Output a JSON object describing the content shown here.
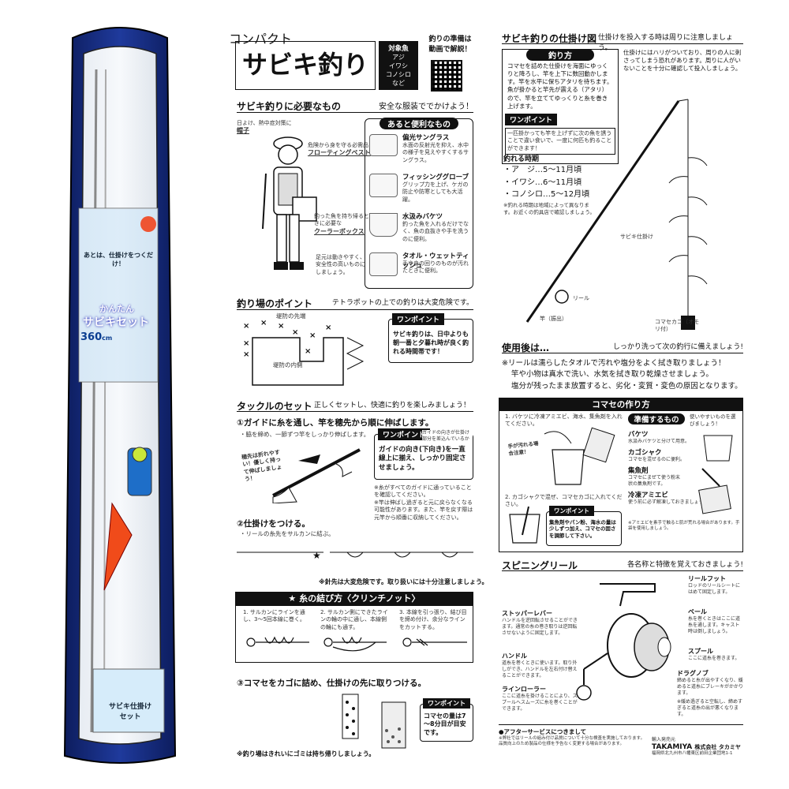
{
  "package": {
    "beginner_badge": "あとは、仕掛けをつくだけ！",
    "product_name_1": "かんたん",
    "product_name_2": "サビキセット",
    "length": "360",
    "length_unit": "cm",
    "sub_pack_label": "サビキ仕掛け",
    "sub_pack_label2": "セット"
  },
  "header": {
    "compact": "コンパクト",
    "title": "サビキ釣り",
    "target_label": "対象魚",
    "targets": [
      "アジ",
      "イワシ",
      "コノシロ",
      "など"
    ],
    "prep_label": "釣りの準備は",
    "video_label": "動画で解説！"
  },
  "needs": {
    "title": "サビキ釣りに必要なもの",
    "subtitle": "安全な服装ででかけよう！",
    "hat_note": "日よけ、熱中症対策に",
    "hat": "帽子",
    "vest_note": "危険から身を守る必需品",
    "vest": "フローティングベスト",
    "cooler_note": "釣った魚を持ち帰るときに必要な",
    "cooler": "クーラーボックス",
    "shoes_note": "足元は動きやすく、安全性の高いものにしましょう。",
    "useful_title": "あると便利なもの",
    "items": [
      {
        "name": "偏光サングラス",
        "desc": "水面の反射光を抑え、水中の様子を見えやすくするサングラス。"
      },
      {
        "name": "フィッシンググローブ",
        "desc": "グリップ力を上げ、ケガの防止や防寒としても大活躍。"
      },
      {
        "name": "水汲みバケツ",
        "desc": "釣った魚を入れるだけでなく、魚の血抜きや手を洗うのに便利。"
      },
      {
        "name": "タオル・ウェットティッシュ",
        "desc": "手や身の回りのものが汚れたときに便利。"
      }
    ]
  },
  "spot": {
    "title": "釣り場のポイント",
    "subtitle": "テトラポットの上での釣りは大変危険です。",
    "tip_label": "ワンポイント",
    "tip": "サビキ釣りは、日中よりも朝一番と夕暮れ時が良く釣れる時間帯です！",
    "edge": "堤防の先端",
    "inside": "堤防の内側"
  },
  "tackle": {
    "title": "タックルのセット",
    "subtitle": "正しくセットし、快適に釣りを楽しみましょう！",
    "step1": "①ガイドに糸を通し、竿を穂先から順に伸ばします。",
    "step1_note": "・脇を締め、一節ずつ竿をしっかり伸ばします。",
    "step1_handwritten": "穂先は折れやすい！優しく持って伸ばしましょう！",
    "tip_label": "ワンポイント",
    "tip_small": "ガイドの向きが仕掛け部分を差込んでいるか",
    "tip": "ガイドの向き(下向き)を一直線上に揃え、しっかり固定させましょう。",
    "note1": "※糸がすべてのガイドに通っていることを確認してください。",
    "note2": "※竿は伸ばし過ぎると元に戻らなくなる可能性があります。また、竿を戻す際は元竿から順番に収納してください。",
    "step2": "②仕掛けをつける。",
    "step2_note": "・リールの糸先をサルカンに結ぶ。",
    "needle_note": "※針先は大変危険です。取り扱いには十分注意しましょう。",
    "knot_title": "★ 糸の結び方〈クリンチノット〉",
    "knot_steps": [
      "1. サルカンにラインを通し、3～5回本線に巻く。",
      "2. サルカン側にできたラインの輪の中に通し、本線側の輪にも通す。",
      "3. 本線を引っ張り、結び目を締め付け、余分なラインをカットする。"
    ],
    "step3": "③コマセをカゴに詰め、仕掛けの先に取りつける。",
    "tip3_label": "ワンポイント",
    "tip3": "コマセの量は7～8分目が目安です。",
    "garbage": "※釣り場はきれいにゴミは持ち帰りしましょう。"
  },
  "rig": {
    "title": "サビキ釣りの仕掛け図",
    "subtitle": "仕掛けを投入する時は周りに注意しましょう。",
    "intro": "仕掛けにはハリがついており、周りの人に刺さってしまう恐れがあります。周りに人がいないことを十分に確認して投入しましょう。",
    "how_title": "釣り方",
    "how": "コマセを詰めた仕掛けを海面にゆっくりと降ろし、竿を上下に数回動かします。竿を水平に保ちアタリを待ちます。魚が掛かると竿先が震える（アタリ）ので、竿を立ててゆっくりと糸を巻き上げます。",
    "tip_label": "ワンポイント",
    "tip": "一匹掛かっても竿を上げずに次の魚を誘うことで違い食いで、一度に何匹も釣ることができます！",
    "season_title": "釣れる時期",
    "seasons": [
      "・ア　ジ…5～11月頃",
      "・イワシ…6～11月頃",
      "・コノシロ…5～12月頃"
    ],
    "season_note": "※釣れる時期は地域によって異なります。お近くの釣具店で確認しましょう。",
    "label_rig": "サビキ仕掛け",
    "label_reel": "リール",
    "label_rod": "竿（振出）",
    "label_sinker": "コマセカゴ（オモリ付）"
  },
  "after": {
    "title": "使用後は…",
    "subtitle": "しっかり洗って次の釣行に備えましょう!",
    "lines": [
      "※リールは濡らしたタオルで汚れや塩分をよく拭き取りましょう！",
      "竿や小物は真水で洗い、水気を拭き取り乾燥させましょう。",
      "塩分が残ったまま放置すると、劣化・変質・変色の原因となります。"
    ]
  },
  "komase": {
    "title": "コマセの作り方",
    "step1": "1. バケツに冷凍アミエビ、海水、集魚剤を入れてください。",
    "step2": "2. カゴシャクで混ぜ、コマセカゴに入れてください。",
    "handwritten": "手が汚れる場合注意！",
    "tip_label": "ワンポイント",
    "tip": "集魚剤やパン粉、海水の量は少しずつ加え、コマセの固さを調節して下さい。",
    "prep_title": "準備するもの",
    "prep_note": "使いやすいものを選びましょう！",
    "tools": [
      {
        "name": "バケツ",
        "desc": "水汲みバケツと分けて用意。"
      },
      {
        "name": "カゴシャク",
        "desc": "コマセを混ぜるのに便利。"
      },
      {
        "name": "集魚剤",
        "desc": "コマセにまぜて使う粉末状の集魚剤です。"
      },
      {
        "name": "冷凍アミエビ",
        "desc": "使う前に必ず解凍しておきましょう。"
      }
    ],
    "bottom_note": "※アミエビを素手で触ると肌が荒れる場合があります。手袋を使用しましょう。"
  },
  "reel": {
    "title": "スピニングリール",
    "subtitle": "各名称と特徴を覚えておきましょう!",
    "parts": [
      {
        "name": "リールフット",
        "desc": "ロッドのリールシートにはめて固定します。"
      },
      {
        "name": "ストッパーレバー",
        "desc": "ハンドルを逆回転させることができます。通常の糸の巻き取りは逆回転させないように固定します。"
      },
      {
        "name": "ベール",
        "desc": "糸を巻くときはここに道糸を通します。キャスト時は倒しましょう。"
      },
      {
        "name": "ハンドル",
        "desc": "道糸を巻くときに使います。取り外しができ、ハンドルを左右付け替えることができます。"
      },
      {
        "name": "スプール",
        "desc": "ここに道糸を巻きます。"
      },
      {
        "name": "ラインローラー",
        "desc": "ここに道糸を掛けることにより、スプールへスムーズに糸を巻くことができます。"
      },
      {
        "name": "ドラグノブ",
        "desc": "締めると糸が出やすくなり、緩めると道糸にブレーキがかかります。"
      }
    ],
    "drag_note": "※緩め過ぎると空転し、締めすぎると道糸の出が悪くなります。"
  },
  "footer": {
    "service": "●アフターサービスにつきまして",
    "service_text": "※弊社ではリールの組み付け品質について十分な検査を実施しております。品質向上のため製品の仕様を予告なく変更する場合があります。",
    "importer": "輸入発売元",
    "brand": "TAKAMIYA",
    "company": "株式会社 タカミヤ",
    "address": "福岡県北九州市八幡東区前田企業団地1-1"
  }
}
